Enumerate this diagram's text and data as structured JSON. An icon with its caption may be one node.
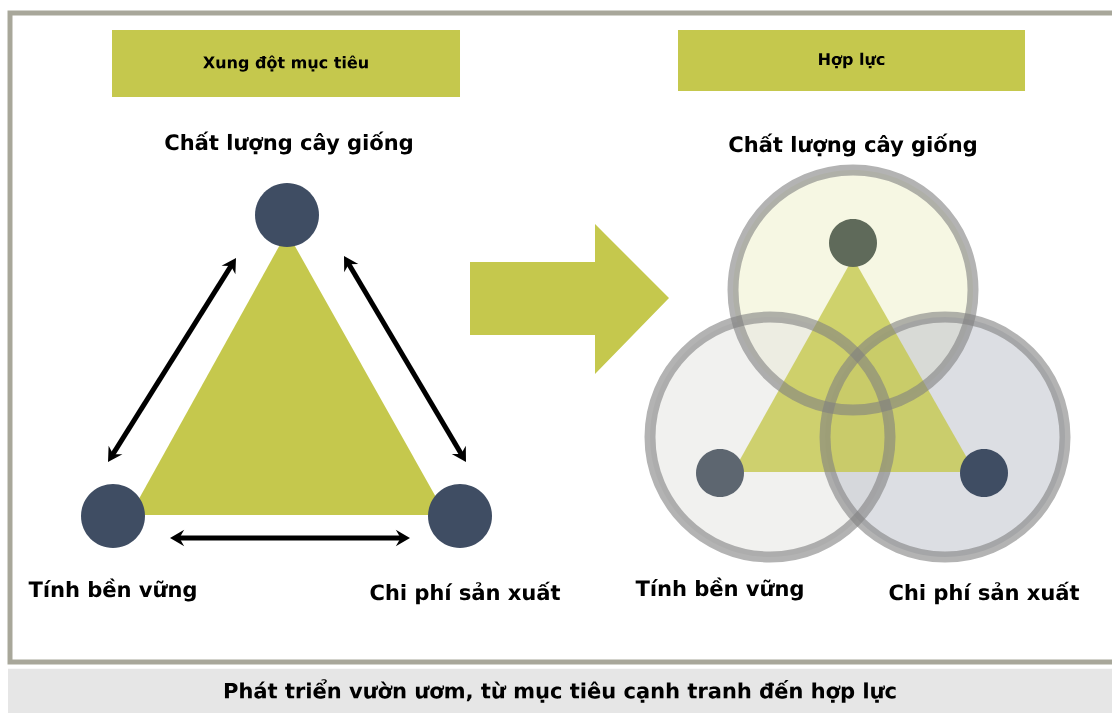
{
  "diagram": {
    "caption": "Phát triển vườn ươm, từ mục tiêu cạnh tranh đến hợp lực",
    "nodes": [
      {
        "text": [
          "Xung đột mục tiêu"
        ]
      },
      {
        "text": [
          "Hợp lực"
        ]
      },
      {
        "text": [],
        "shape": "circle",
        "beside": [
          "Chất lượng cây giống"
        ]
      },
      {
        "text": [],
        "shape": "circle",
        "beside": [
          "Tính bền vững"
        ]
      },
      {
        "text": [],
        "shape": "circle",
        "beside": [
          "Chi phí sản xuất"
        ]
      },
      {
        "text": [],
        "shape": "circle",
        "beside": [
          "Chất lượng cây giống"
        ]
      },
      {
        "text": [],
        "shape": "circle",
        "beside": [
          "Tính bền vững"
        ]
      },
      {
        "text": [],
        "shape": "circle",
        "beside": [
          "Chi phí sản xuất"
        ]
      }
    ],
    "edges": [
      {
        "from": 2,
        "to": 3,
        "arrow": "both"
      },
      {
        "from": 2,
        "to": 4,
        "arrow": "both"
      },
      {
        "from": 3,
        "to": 4,
        "arrow": "both"
      }
    ]
  }
}
